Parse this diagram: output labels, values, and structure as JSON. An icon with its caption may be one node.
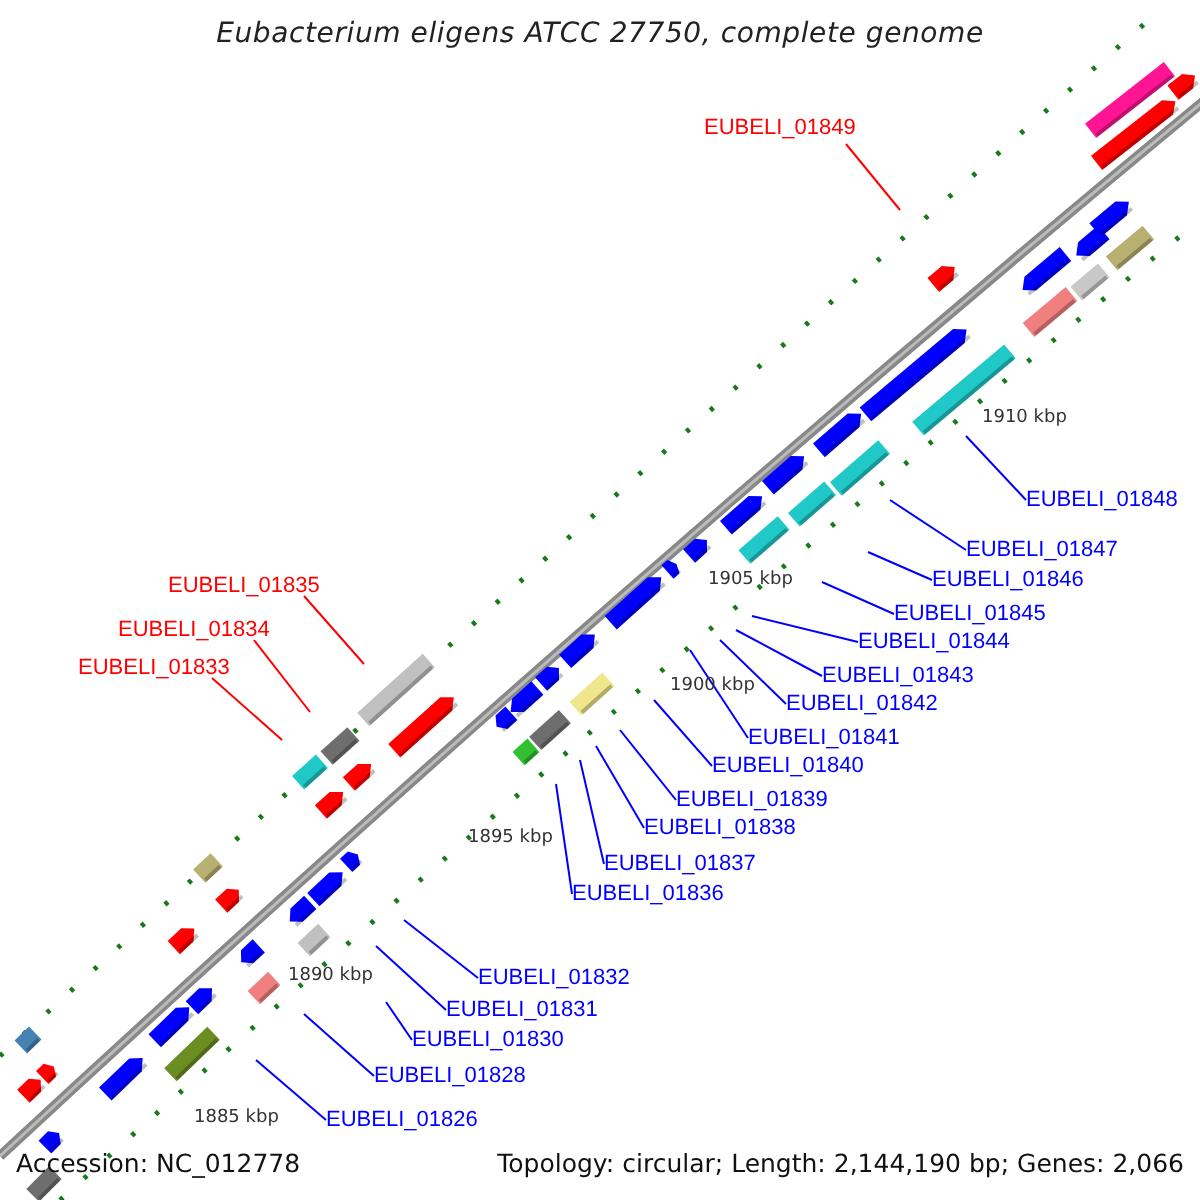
{
  "diagram": {
    "title": "Eubacterium eligens ATCC 27750, complete genome",
    "nodes": [
      {
        "text": [
          "EUBELI_01849"
        ]
      },
      {
        "text": [
          "EUBELI_01848"
        ]
      },
      {
        "text": [
          "EUBELI_01847"
        ]
      },
      {
        "text": [
          "EUBELI_01846"
        ]
      },
      {
        "text": [
          "EUBELI_01845"
        ]
      },
      {
        "text": [
          "EUBELI_01835"
        ]
      },
      {
        "text": [
          "EUBELI_01844"
        ]
      },
      {
        "text": [
          "EUBELI_01834"
        ]
      },
      {
        "text": [
          "EUBELI_01843"
        ]
      },
      {
        "text": [
          "EUBELI_01833"
        ]
      },
      {
        "text": [
          "EUBELI_01842"
        ]
      },
      {
        "text": [
          "EUBELI_01841"
        ]
      },
      {
        "text": [
          "EUBELI_01840"
        ]
      },
      {
        "text": [
          "EUBELI_01839"
        ]
      },
      {
        "text": [
          "EUBELI_01838"
        ]
      },
      {
        "text": [
          "EUBELI_01837"
        ]
      },
      {
        "text": [
          "EUBELI_01836"
        ]
      },
      {
        "text": [
          "EUBELI_01832"
        ]
      },
      {
        "text": [
          "EUBELI_01831"
        ]
      },
      {
        "text": [
          "EUBELI_01830"
        ]
      },
      {
        "text": [
          "EUBELI_01828"
        ]
      },
      {
        "text": [
          "EUBELI_01826"
        ]
      }
    ],
    "edges": [
      {
        "from": 0,
        "to": null,
        "arrow": "none",
        "color": "#ff0000"
      },
      {
        "from": 1,
        "to": null,
        "arrow": "none"
      },
      {
        "from": 2,
        "to": null,
        "arrow": "none"
      },
      {
        "from": 3,
        "to": null,
        "arrow": "none"
      },
      {
        "from": 4,
        "to": null,
        "arrow": "none"
      },
      {
        "from": 5,
        "to": null,
        "arrow": "none",
        "color": "#ff0000"
      },
      {
        "from": 6,
        "to": null,
        "arrow": "none"
      },
      {
        "from": 7,
        "to": null,
        "arrow": "none",
        "color": "#ff0000"
      },
      {
        "from": 8,
        "to": null,
        "arrow": "none"
      },
      {
        "from": 9,
        "to": null,
        "arrow": "none",
        "color": "#ff0000"
      },
      {
        "from": 10,
        "to": null,
        "arrow": "none"
      },
      {
        "from": 11,
        "to": null,
        "arrow": "none"
      },
      {
        "from": 12,
        "to": null,
        "arrow": "none"
      },
      {
        "from": 13,
        "to": null,
        "arrow": "none"
      },
      {
        "from": 14,
        "to": null,
        "arrow": "none"
      },
      {
        "from": 15,
        "to": null,
        "arrow": "none"
      },
      {
        "from": 16,
        "to": null,
        "arrow": "none"
      },
      {
        "from": 17,
        "to": null,
        "arrow": "none"
      },
      {
        "from": 18,
        "to": null,
        "arrow": "none"
      },
      {
        "from": 19,
        "to": null,
        "arrow": "none"
      },
      {
        "from": 20,
        "to": null,
        "arrow": "none"
      },
      {
        "from": 21,
        "to": null,
        "arrow": "none"
      }
    ],
    "labels": [
      "1910 kbp",
      "1905 kbp",
      "1900 kbp",
      "1895 kbp",
      "1890 kbp",
      "1885 kbp",
      "Accession: NC_012778",
      "Topology: circular; Length: 2,144,190 bp; Genes: 2,066"
    ]
  }
}
